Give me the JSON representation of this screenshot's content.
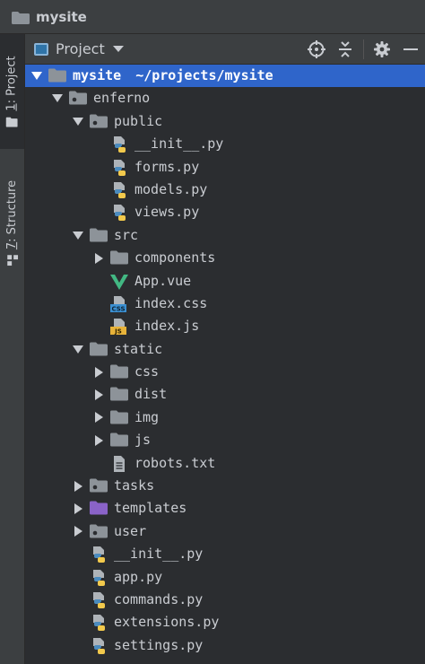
{
  "window": {
    "title": "mysite"
  },
  "sidebar": {
    "tabs": [
      {
        "num": "1",
        "label": "Project"
      },
      {
        "num": "7",
        "label": "Structure"
      }
    ]
  },
  "toolbar": {
    "view_label": "Project"
  },
  "tree": [
    {
      "label": "mysite",
      "path": "~/projects/mysite",
      "depth": 0,
      "kind": "folder",
      "expanded": true,
      "selected": true
    },
    {
      "label": "enferno",
      "depth": 1,
      "kind": "package",
      "expanded": true
    },
    {
      "label": "public",
      "depth": 2,
      "kind": "package",
      "expanded": true
    },
    {
      "label": "__init__.py",
      "depth": 3,
      "kind": "python"
    },
    {
      "label": "forms.py",
      "depth": 3,
      "kind": "python"
    },
    {
      "label": "models.py",
      "depth": 3,
      "kind": "python"
    },
    {
      "label": "views.py",
      "depth": 3,
      "kind": "python"
    },
    {
      "label": "src",
      "depth": 2,
      "kind": "folder",
      "expanded": true
    },
    {
      "label": "components",
      "depth": 3,
      "kind": "folder",
      "expanded": false
    },
    {
      "label": "App.vue",
      "depth": 3,
      "kind": "vue"
    },
    {
      "label": "index.css",
      "depth": 3,
      "kind": "css"
    },
    {
      "label": "index.js",
      "depth": 3,
      "kind": "js"
    },
    {
      "label": "static",
      "depth": 2,
      "kind": "folder",
      "expanded": true
    },
    {
      "label": "css",
      "depth": 3,
      "kind": "folder",
      "expanded": false
    },
    {
      "label": "dist",
      "depth": 3,
      "kind": "folder",
      "expanded": false
    },
    {
      "label": "img",
      "depth": 3,
      "kind": "folder",
      "expanded": false
    },
    {
      "label": "js",
      "depth": 3,
      "kind": "folder",
      "expanded": false
    },
    {
      "label": "robots.txt",
      "depth": 3,
      "kind": "text"
    },
    {
      "label": "tasks",
      "depth": 2,
      "kind": "package",
      "expanded": false
    },
    {
      "label": "templates",
      "depth": 2,
      "kind": "templates",
      "expanded": false
    },
    {
      "label": "user",
      "depth": 2,
      "kind": "package",
      "expanded": false
    },
    {
      "label": "__init__.py",
      "depth": 2,
      "kind": "python"
    },
    {
      "label": "app.py",
      "depth": 2,
      "kind": "python"
    },
    {
      "label": "commands.py",
      "depth": 2,
      "kind": "python"
    },
    {
      "label": "extensions.py",
      "depth": 2,
      "kind": "python"
    },
    {
      "label": "settings.py",
      "depth": 2,
      "kind": "python"
    }
  ],
  "colors": {
    "selection": "#2f65ca",
    "folder": "#8d9399",
    "templates_folder": "#8a63c8",
    "python_blue": "#4b8bbe",
    "python_yellow": "#f2c94c",
    "vue_green": "#42b883",
    "css_blue": "#3b8fd1",
    "js_yellow": "#e8b33a"
  }
}
